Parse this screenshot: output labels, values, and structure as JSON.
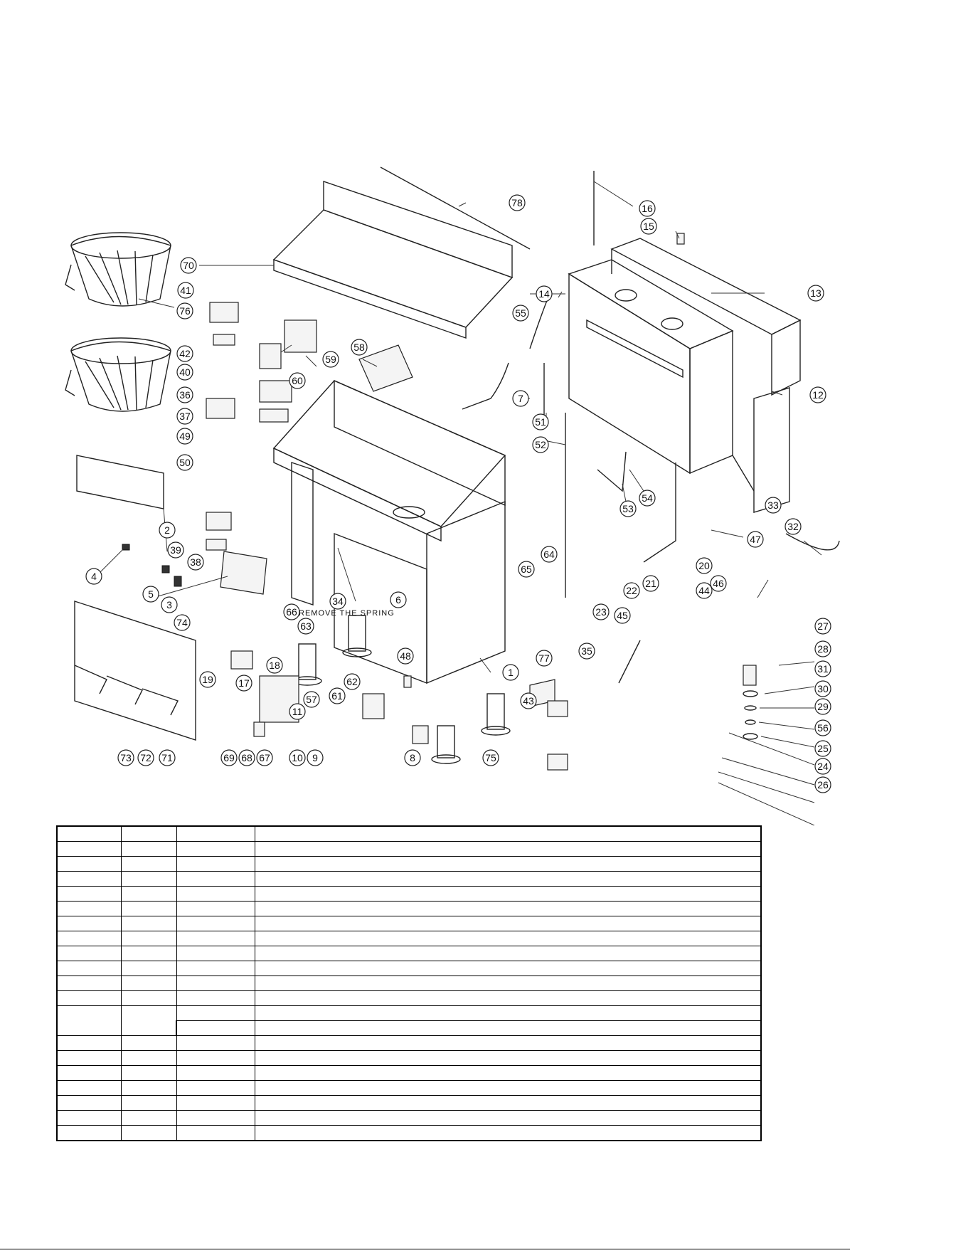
{
  "diagram": {
    "annotation": "REMOVE THE SPRING",
    "callouts": [
      "1",
      "2",
      "3",
      "4",
      "5",
      "6",
      "7",
      "8",
      "9",
      "10",
      "11",
      "12",
      "13",
      "14",
      "15",
      "16",
      "17",
      "18",
      "19",
      "20",
      "21",
      "22",
      "23",
      "24",
      "25",
      "26",
      "27",
      "28",
      "29",
      "30",
      "31",
      "32",
      "33",
      "34",
      "35",
      "36",
      "37",
      "38",
      "39",
      "40",
      "41",
      "42",
      "43",
      "44",
      "45",
      "46",
      "47",
      "48",
      "49",
      "50",
      "51",
      "52",
      "53",
      "54",
      "55",
      "56",
      "57",
      "58",
      "59",
      "60",
      "61",
      "62",
      "63",
      "64",
      "65",
      "66",
      "67",
      "68",
      "69",
      "70",
      "71",
      "72",
      "73",
      "74",
      "75",
      "76",
      "77",
      "78"
    ]
  },
  "parts_table": {
    "rows": 21,
    "columns": 4
  }
}
